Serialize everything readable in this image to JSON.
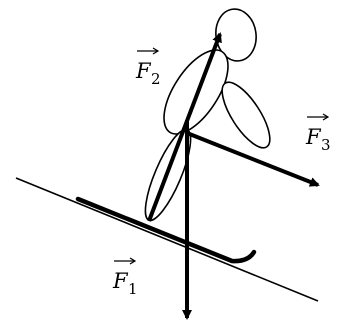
{
  "diagram": {
    "forces": [
      {
        "id": "F1",
        "letter": "F",
        "subscript": "1"
      },
      {
        "id": "F2",
        "letter": "F",
        "subscript": "2"
      },
      {
        "id": "F3",
        "letter": "F",
        "subscript": "3"
      }
    ],
    "colors": {
      "stroke": "#000000",
      "fill": "#ffffff"
    }
  }
}
